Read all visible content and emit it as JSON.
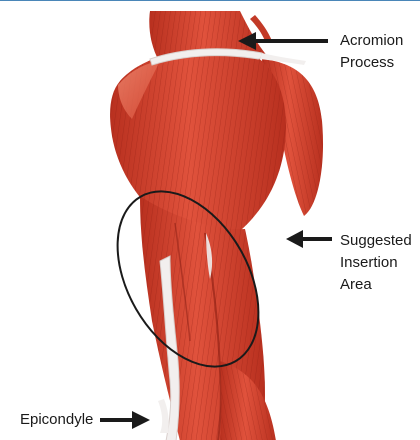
{
  "labels": {
    "acromion_line1": "Acromion",
    "acromion_line2": "Process",
    "insertion_line1": "Suggested",
    "insertion_line2": "Insertion",
    "insertion_line3": "Area",
    "epicondyle": "Epicondyle"
  },
  "colors": {
    "muscle": "#d94a38",
    "muscle_dark": "#a8261b",
    "muscle_light": "#ec7a64",
    "tendon": "#f2efee",
    "outline": "#1a1a1a",
    "frame_line": "#4a86b8"
  }
}
